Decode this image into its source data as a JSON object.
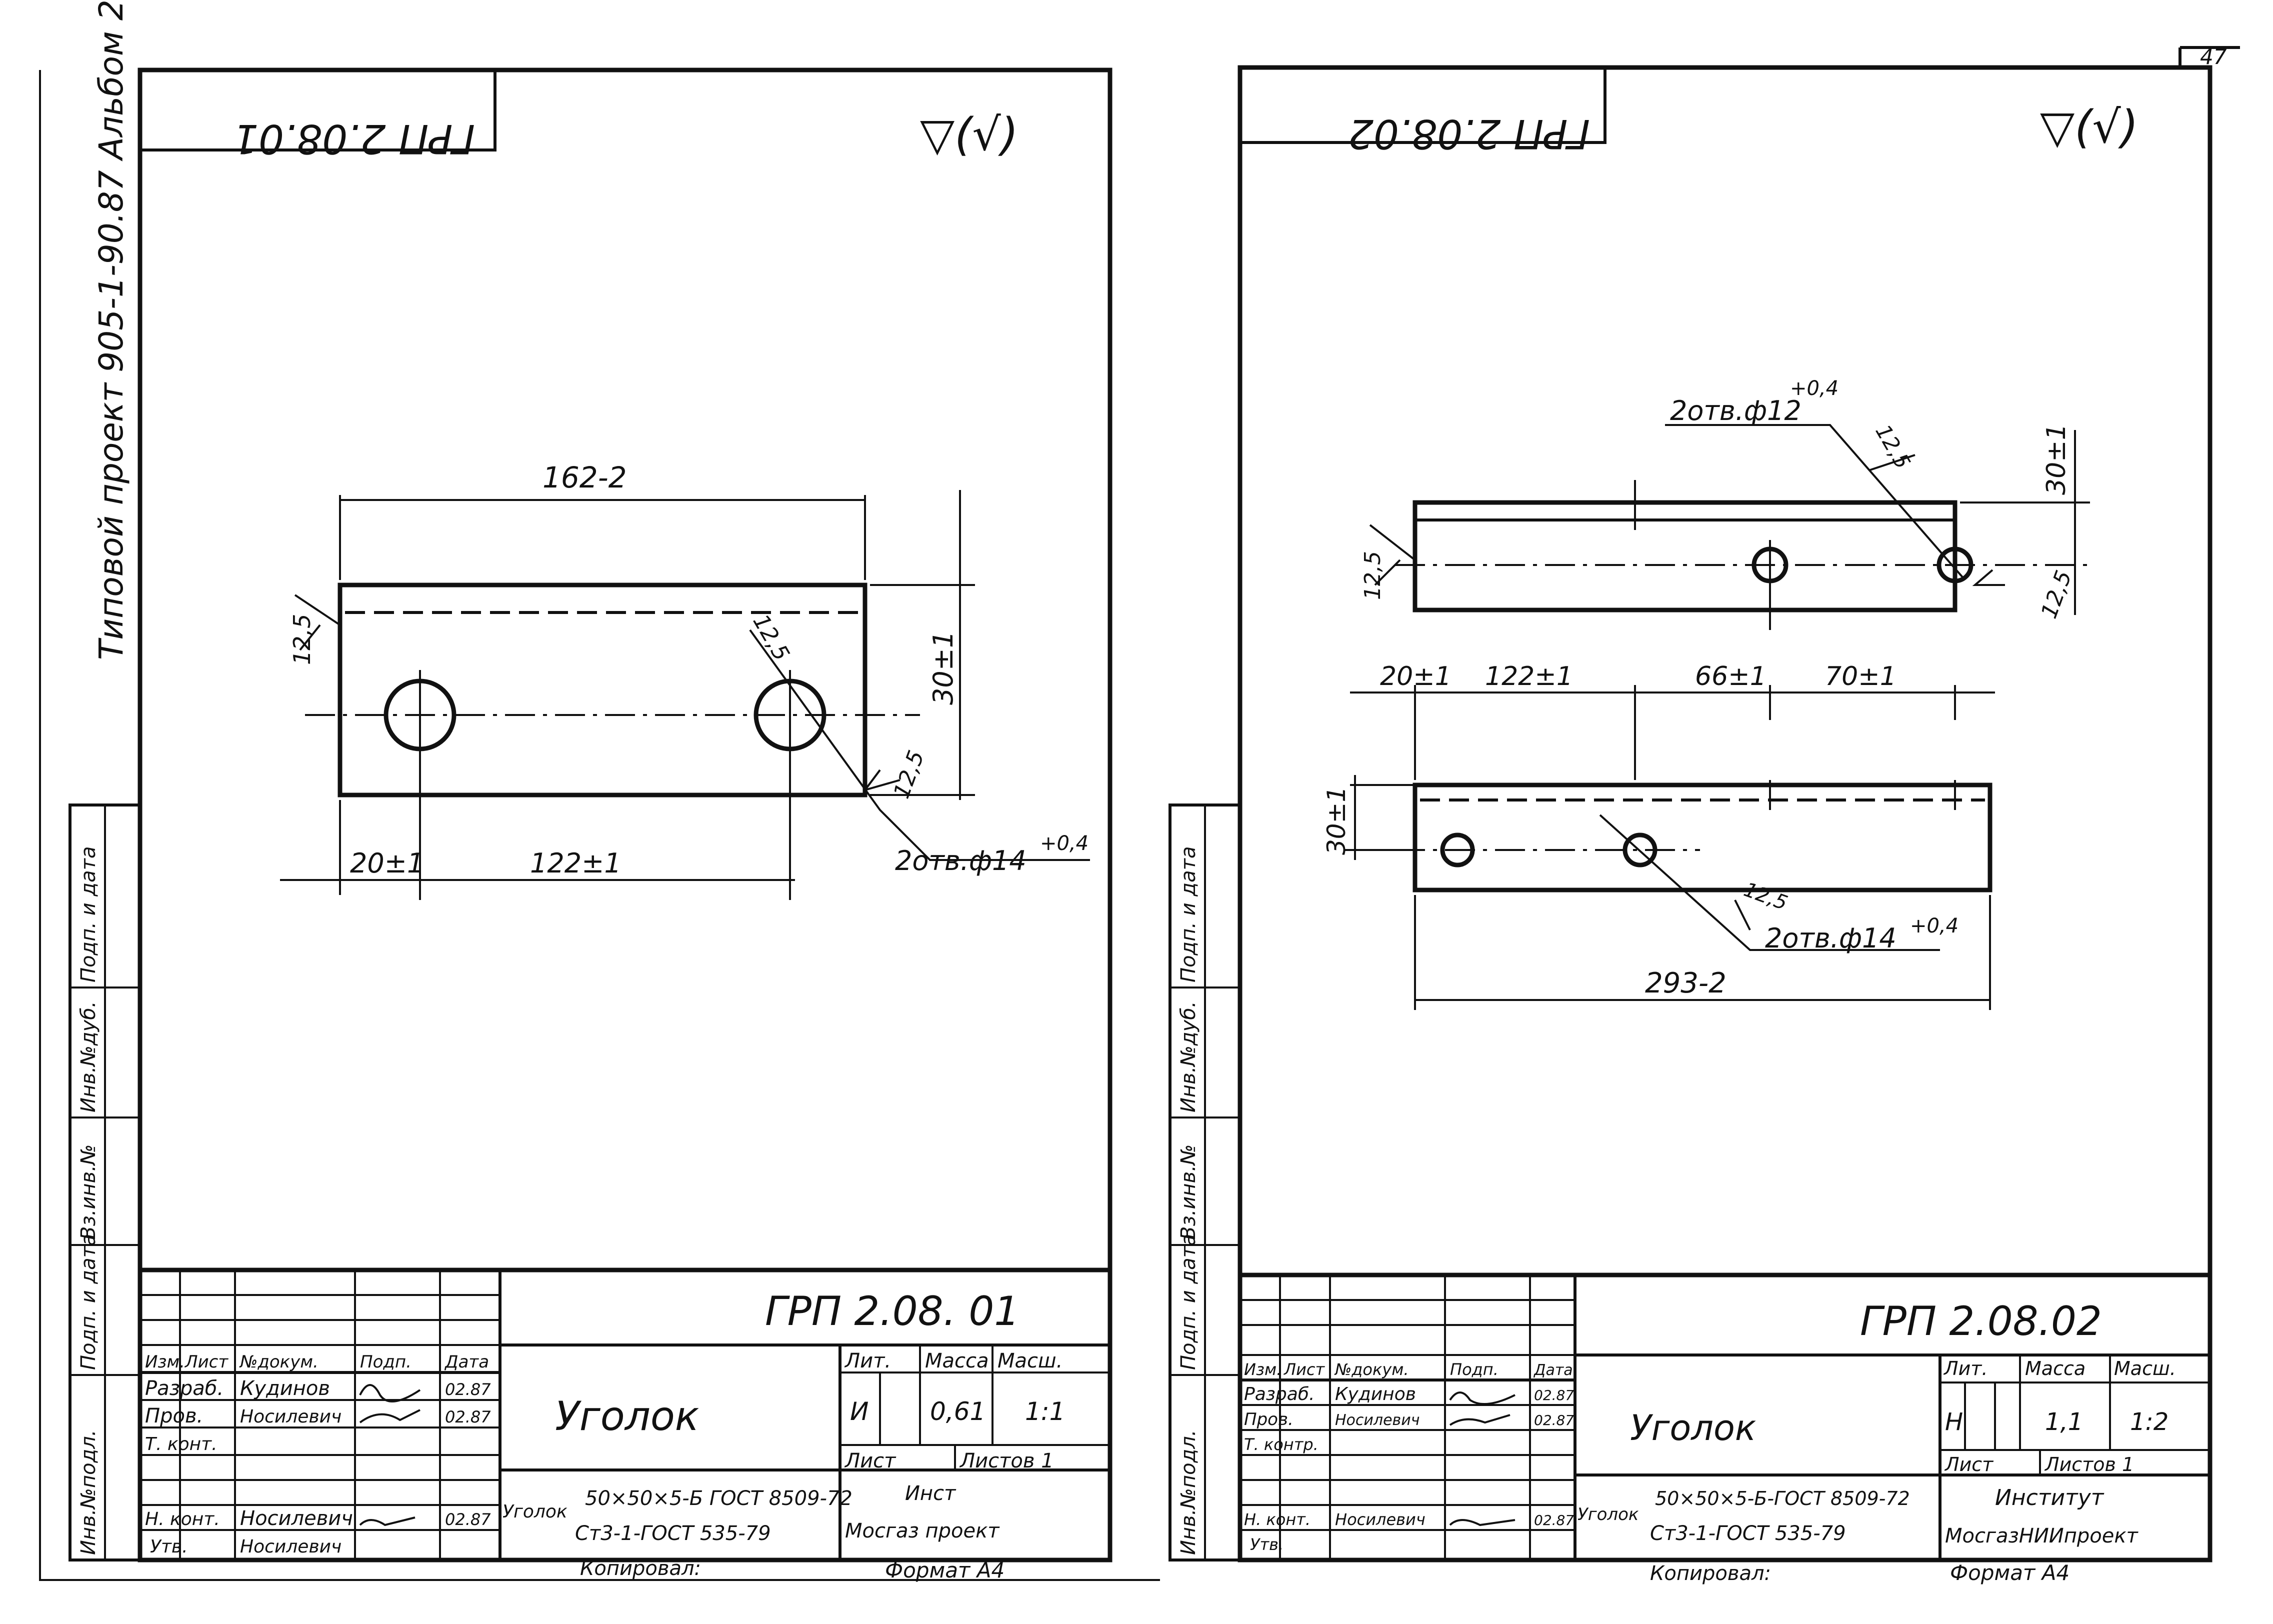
{
  "page_number": "47",
  "left_margin_labels": {
    "project": "Типовой проект 905-1-90.87 Альбом 2",
    "stamps": [
      "Инв.№подл.",
      "Подп. и дата",
      "Вз.инв.№",
      "Инв.№дуб.",
      "Подп. и дата"
    ]
  },
  "sheets": [
    {
      "code_flipped": "ГРП 2.08.01",
      "roughness": "▽(√)",
      "dims": {
        "length": "162-2",
        "height": "30±1",
        "edge_left": "12,5",
        "roughness_hole": "12,5",
        "right_edge": "12,5",
        "pos1": "20±1",
        "pos2": "122±1",
        "hole_note": "2отв.ф14",
        "hole_tol": "+0,4"
      },
      "title_block": {
        "code": "ГРП 2.08. 01",
        "name": "Уголок",
        "headers": [
          "Изм.",
          "Лист",
          "№докум.",
          "Подп.",
          "Дата"
        ],
        "rows": [
          {
            "role": "Разраб.",
            "person": "Кудинов",
            "date": "02.87"
          },
          {
            "role": "Пров.",
            "person": "Носилевич",
            "date": "02.87"
          },
          {
            "role": "Т. конт.",
            "person": "",
            "date": ""
          },
          {
            "role": "Н. конт.",
            "person": "Носилевич",
            "date": "02.87"
          },
          {
            "role": "Утв.",
            "person": "Носилевич",
            "date": ""
          }
        ],
        "lit_label": "Лит.",
        "mass_label": "Масса",
        "scale_label": "Масш.",
        "lit": "И",
        "mass": "0,61",
        "scale": "1:1",
        "sheet_label": "Лист",
        "sheets_label": "Листов 1",
        "material_prefix": "Уголок",
        "material_line1": "50×50×5-Б ГОСТ 8509-72",
        "material_line2": "Ст3-1-ГОСТ 535-79",
        "org_line1": "Инст",
        "org_line2": "Мосгаз   проект",
        "copied": "Копировал:",
        "format": "Формат А4"
      }
    },
    {
      "code_flipped": "ГРП 2.08.02",
      "roughness": "▽(√)",
      "dims": {
        "hole_top_note": "2отв.ф12",
        "hole_top_tol": "+0,4",
        "rough_top": "12,5",
        "height_top": "30±1",
        "edge_left": "12,5",
        "edge_right": "12,5",
        "pos1": "20±1",
        "pos2": "122±1",
        "pos3": "66±1",
        "pos4": "70±1",
        "height_bottom": "30±1",
        "rough_bottom": "12,5",
        "hole_bottom_note": "2отв.ф14",
        "hole_bottom_tol": "+0,4",
        "length": "293-2"
      },
      "title_block": {
        "code": "ГРП 2.08.02",
        "name": "Уголок",
        "headers": [
          "Изм.",
          "Лист",
          "№докум.",
          "Подп.",
          "Дата"
        ],
        "rows": [
          {
            "role": "Разраб.",
            "person": "Кудинов",
            "date": "02.87"
          },
          {
            "role": "Пров.",
            "person": "Носилевич",
            "date": "02.87"
          },
          {
            "role": "Т. контр.",
            "person": "",
            "date": ""
          },
          {
            "role": "Н. конт.",
            "person": "Носилевич",
            "date": "02.87"
          },
          {
            "role": "Утв.",
            "person": "",
            "date": ""
          }
        ],
        "lit_label": "Лит.",
        "mass_label": "Масса",
        "scale_label": "Масш.",
        "lit": "Н",
        "mass": "1,1",
        "scale": "1:2",
        "sheet_label": "Лист",
        "sheets_label": "Листов 1",
        "material_prefix": "Уголок",
        "material_line1": "50×50×5-Б-ГОСТ 8509-72",
        "material_line2": "Ст3-1-ГОСТ 535-79",
        "org_line1": "Институт",
        "org_line2": "МосгазНИИпроект",
        "copied": "Копировал:",
        "format": "Формат А4"
      }
    }
  ]
}
